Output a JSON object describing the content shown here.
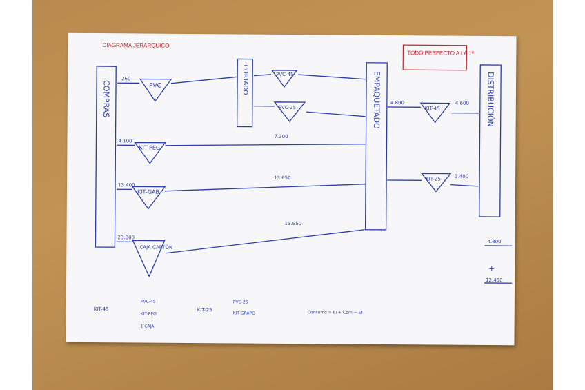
{
  "document": {
    "header_note": "DIAGRAMA JERÁRQUICO",
    "red_box_note": "TODO PERFECTO A LA 1ª",
    "boxes": {
      "left_vertical": "COMPRAS",
      "cutting": "CORTADO",
      "packaging": "EMPAQUETADO",
      "distribution": "DISTRIBUCIÓN"
    },
    "materials": {
      "m1": "PVC",
      "m2": "KIT-PEG",
      "m3": "KIT-GAB",
      "m4": "CAJA CARTÓN",
      "m5": "PVC-45",
      "m6": "PVC-25",
      "m7": "KIT-45",
      "m8": "KIT-25"
    },
    "numbers": {
      "n_260": "260",
      "n_4100": "4.100",
      "n_13400": "13.400",
      "n_23000": "23.000",
      "n_7300": "7.300",
      "n_13650": "13.650",
      "n_13950": "13.950",
      "n_3600": "4.600",
      "n_4800": "4.800",
      "n_3400": "3.400",
      "n_12450": "12.450",
      "n_13.950_label": "13.950",
      "n_4800_b": "4.800",
      "plus": "+"
    },
    "bottom_notes": {
      "kit45": "KIT-45",
      "kit25": "KIT-25",
      "pvc45": "PVC-45",
      "kitpeg": "KIT-PEG",
      "caja": "1 CAJA",
      "kitgrap": "KIT-GRAPO",
      "pvc25": "PVC-25",
      "formula": "Consumo = Ei + Com − Ef"
    }
  }
}
